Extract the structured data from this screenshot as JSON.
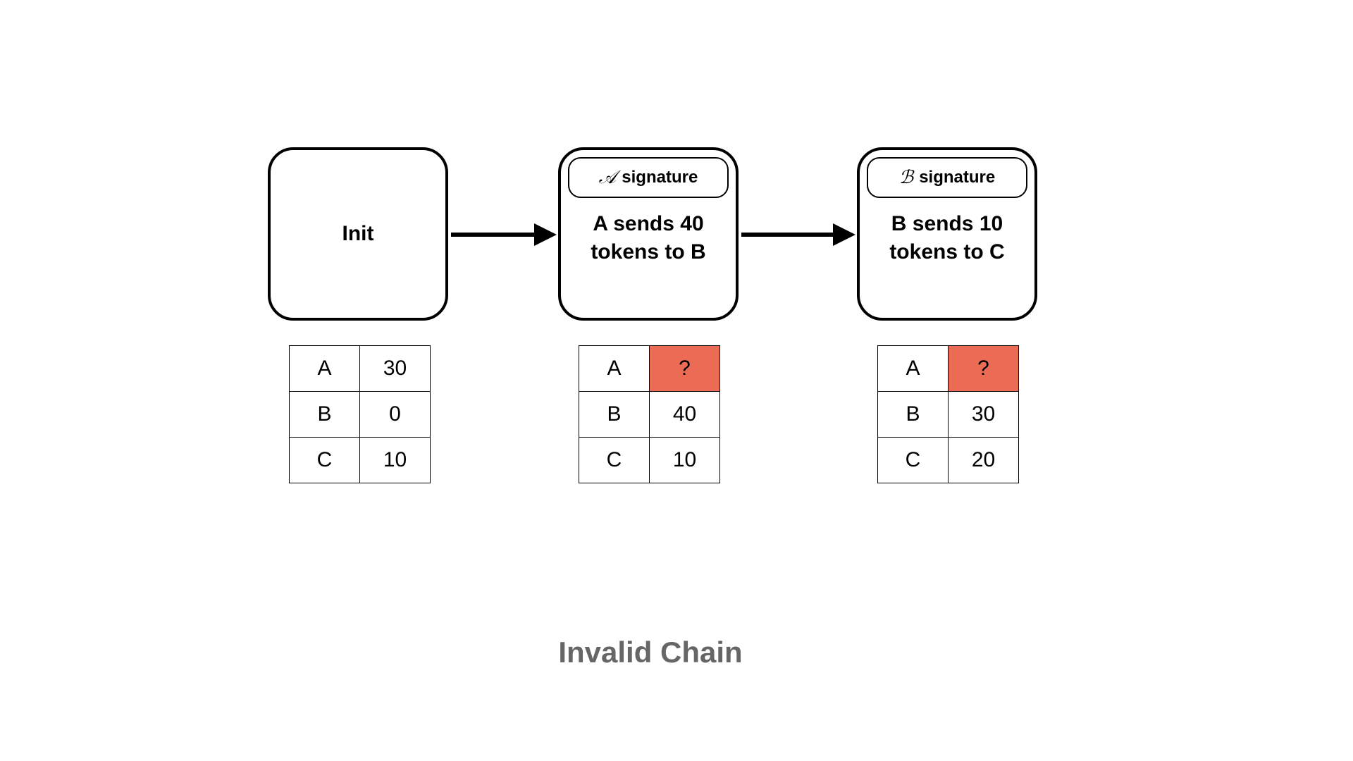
{
  "blocks": [
    {
      "title": "Init",
      "signature": null
    },
    {
      "signature": {
        "letter": "𝒜",
        "label": "signature"
      },
      "text": "A sends 40\ntokens to B"
    },
    {
      "signature": {
        "letter": "ℬ",
        "label": "signature"
      },
      "text": "B sends 10\ntokens to C"
    }
  ],
  "tables": [
    {
      "rows": [
        {
          "account": "A",
          "balance": "30"
        },
        {
          "account": "B",
          "balance": "0"
        },
        {
          "account": "C",
          "balance": "10"
        }
      ]
    },
    {
      "rows": [
        {
          "account": "A",
          "balance": "?",
          "unknown": true
        },
        {
          "account": "B",
          "balance": "40"
        },
        {
          "account": "C",
          "balance": "10"
        }
      ]
    },
    {
      "rows": [
        {
          "account": "A",
          "balance": "?",
          "unknown": true
        },
        {
          "account": "B",
          "balance": "30"
        },
        {
          "account": "C",
          "balance": "20"
        }
      ]
    }
  ],
  "colors": {
    "unknown_cell": "#ec6b55",
    "caption": "#666666"
  },
  "caption": "Invalid Chain"
}
